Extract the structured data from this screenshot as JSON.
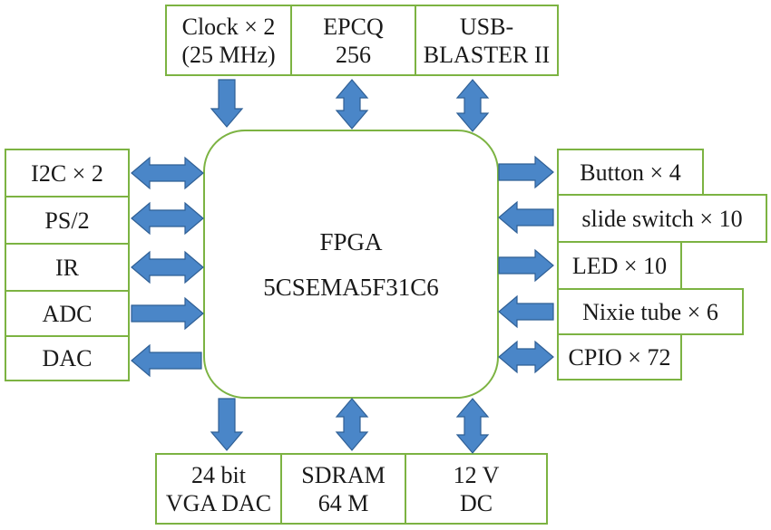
{
  "fpga": {
    "line1": "FPGA",
    "line2": "5CSEMA5F31C6"
  },
  "top": [
    {
      "line1": "Clock × 2",
      "line2": "(25 MHz)"
    },
    {
      "line1": "EPCQ",
      "line2": "256"
    },
    {
      "line1": "USB-",
      "line2": "BLASTER II"
    }
  ],
  "left": [
    "I2C × 2",
    "PS/2",
    "IR",
    "ADC",
    "DAC"
  ],
  "right": [
    "Button × 4",
    "slide switch × 10",
    "LED × 10",
    "Nixie tube × 6",
    "CPIO × 72"
  ],
  "bottom": [
    {
      "line1": "24 bit",
      "line2": "VGA DAC"
    },
    {
      "line1": "SDRAM",
      "line2": "64 M"
    },
    {
      "line1": "12 V",
      "line2": "DC"
    }
  ],
  "colors": {
    "arrow_fill": "#4a86c8",
    "arrow_stroke": "#2f5f95",
    "box_border": "#7cb342"
  },
  "arrows": {
    "top": [
      "down",
      "both",
      "both"
    ],
    "left": [
      "both",
      "both",
      "both",
      "right",
      "left"
    ],
    "right": [
      "right",
      "left",
      "right",
      "left",
      "both"
    ],
    "bottom": [
      "down",
      "both",
      "both"
    ]
  }
}
